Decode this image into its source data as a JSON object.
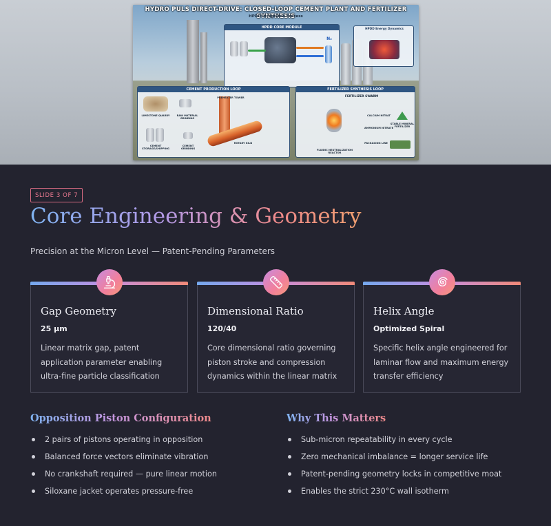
{
  "hero": {
    "infographic_title": "HYDRO PULS DIRECT-DRIVE: CLOSED-LOOP CEMENT PLANT AND FERTILIZER SYNTHESIS",
    "infographic_subtitle": "HPDD Integrated Process",
    "core_module": "HPDD CORE MODULE",
    "energy_dynamics": "HPDD Energy Dynamics",
    "cement_loop": "CEMENT PRODUCTION LOOP",
    "fertilizer_loop": "FERTILIZER SYNTHESIS LOOP",
    "label_preheater": "PREHEATER TOWER",
    "label_kiln": "ROTARY KILN",
    "label_quarry": "LIMESTONE QUARRY",
    "label_grinding": "RAW MATERIAL GRINDING",
    "label_storage": "CEMENT STORAGE/SHIPPING",
    "label_cement_grinding": "CEMENT GRINDING",
    "label_reactor": "FLUIDIC NEUTRALIZATION REACTOR",
    "label_packaging": "PACKAGING LINE",
    "label_swarm": "FERTILIZER SWARM",
    "label_calcium": "CALCIUM NITRAT",
    "label_ammonium": "AMMONIUM NITRATE",
    "label_stable": "STABLE MINERAL FERTILIZER",
    "label_nitrogen": "N₂"
  },
  "slide": {
    "badge": "SLIDE 3 OF 7",
    "title": "Core Engineering & Geometry",
    "subtitle": "Precision at the Micron Level — Patent-Pending Parameters"
  },
  "cards": [
    {
      "icon": "microscope-icon",
      "title": "Gap Geometry",
      "value": "25 µm",
      "description": "Linear matrix gap, patent application parameter enabling ultra-fine particle classification"
    },
    {
      "icon": "ruler-icon",
      "title": "Dimensional Ratio",
      "value": "120/40",
      "description": "Core dimensional ratio governing piston stroke and compression dynamics within the linear matrix"
    },
    {
      "icon": "spiral-icon",
      "title": "Helix Angle",
      "value": "Optimized Spiral",
      "description": "Specific helix angle engineered for laminar flow and maximum energy transfer efficiency"
    }
  ],
  "sections": {
    "left": {
      "heading": "Opposition Piston Configuration",
      "items": [
        "2 pairs of pistons operating in opposition",
        "Balanced force vectors eliminate vibration",
        "No crankshaft required — pure linear motion",
        "Siloxane jacket operates pressure-free"
      ]
    },
    "right": {
      "heading": "Why This Matters",
      "items": [
        "Sub-micron repeatability in every cycle",
        "Zero mechanical imbalance = longer service life",
        "Patent-pending geometry locks in competitive moat",
        "Enables the strict 230°C wall isotherm"
      ]
    }
  },
  "colors": {
    "background": "#23232f",
    "accent_blue": "#7fb2f0",
    "accent_purple": "#c496e0",
    "accent_coral": "#f08a8a",
    "badge": "#e8788f"
  }
}
